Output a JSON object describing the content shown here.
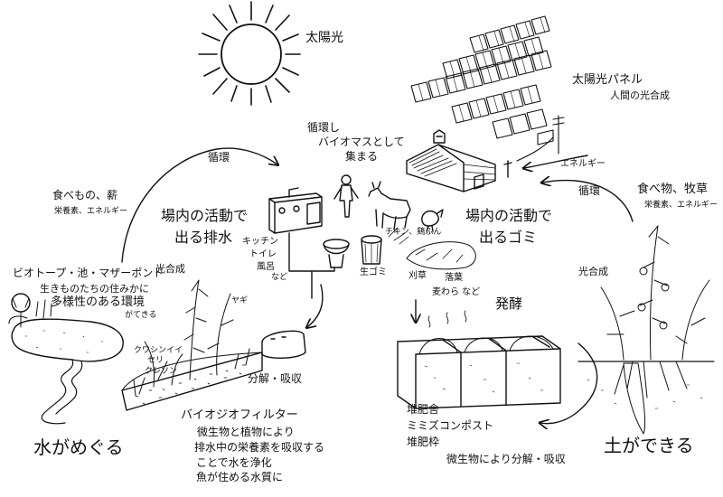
{
  "sun": {
    "label": "太陽光"
  },
  "solar": {
    "title": "太陽光パネル",
    "subtitle": "人間の光合成"
  },
  "gather": {
    "line1": "循環し",
    "line2": "バイオマスとして",
    "line3": "集まる"
  },
  "energy": {
    "label": "エネルギー"
  },
  "cycle": {
    "left": "循環",
    "right": "循環"
  },
  "food_left": {
    "main": "食べもの、薪",
    "sub": "栄養素、エネルギー"
  },
  "food_right": {
    "main": "食べ物、牧草",
    "sub": "栄養素、エネルギー"
  },
  "drain": {
    "line1": "場内の活動で",
    "line2": "出る排水"
  },
  "waste": {
    "line1": "場内の活動で",
    "line2": "出るゴミ"
  },
  "rooms": {
    "kitchen": "キッチン",
    "toilet": "トイレ",
    "bath": "風呂",
    "etc": "など"
  },
  "biotope": {
    "title": "ビオトープ・池・マザーポンド",
    "line1": "生きものたちの住みかに",
    "line2": "多様性のある環境",
    "line3": "がてきる"
  },
  "photosynth_left": "光合成",
  "photosynth_right": "光合成",
  "plants": {
    "yagi": "ヤギ",
    "watercress": "クレソン",
    "plant_a": "クワシンイイ",
    "plant_b": "セリ"
  },
  "decompose_left": "分解・吸収",
  "filter": {
    "title": "バイオジオフィルター",
    "line1": "微生物と植物により",
    "line2": "排水中の栄養素を吸収する",
    "line3": "ことで水を浄化",
    "line4": "魚が住める水質に"
  },
  "water_cycle": "水がめぐる",
  "kitchen_scraps": "生ゴミ",
  "animal_feed": "チキン、鶏ふん",
  "mowed": "刈草",
  "leaves": "落葉",
  "straw": "麦わら など",
  "ferment": "発酵",
  "compost": {
    "line1": "堆肥舎",
    "line2": "ミミズコンポスト",
    "line3": "堆肥枠",
    "line4": "微生物により分解・吸収"
  },
  "soil": "土ができる"
}
